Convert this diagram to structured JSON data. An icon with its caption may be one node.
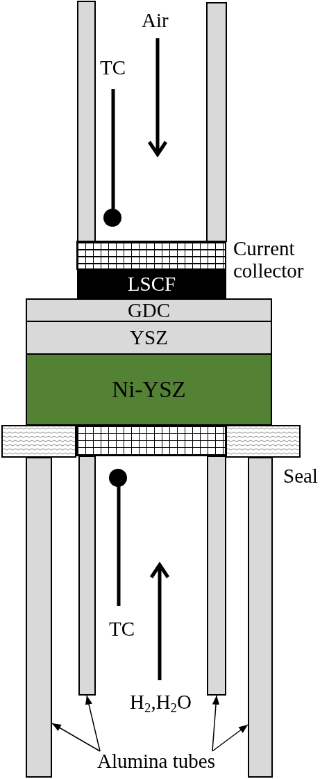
{
  "diagram": {
    "nodes": [
      {
        "text": [],
        "shape": "bar"
      },
      {
        "text": [],
        "shape": "bar"
      },
      {
        "text": [],
        "shape": "box"
      },
      {
        "text": [
          "LSCF"
        ]
      },
      {
        "text": [
          "GDC"
        ]
      },
      {
        "text": [
          "YSZ"
        ]
      },
      {
        "text": [
          "Ni-YSZ"
        ]
      },
      {
        "text": [],
        "shape": "box"
      },
      {
        "text": [],
        "shape": "box"
      },
      {
        "text": [],
        "shape": "box"
      },
      {
        "text": [],
        "shape": "bar"
      },
      {
        "text": [],
        "shape": "bar"
      },
      {
        "text": [],
        "shape": "bar"
      },
      {
        "text": [],
        "shape": "bar"
      },
      {
        "text": [
          "Alumina tubes"
        ]
      }
    ],
    "edges": [
      {
        "from": 14,
        "to": 10,
        "arrow": "to"
      },
      {
        "from": 14,
        "to": 11,
        "arrow": "to"
      },
      {
        "from": 14,
        "to": 12,
        "arrow": "to"
      },
      {
        "from": 14,
        "to": 13,
        "arrow": "to"
      }
    ],
    "labels": [
      "Air",
      "TC",
      "Current collector",
      "Seal",
      "TC",
      "H$_{2}$,H$_{2}$O"
    ]
  }
}
